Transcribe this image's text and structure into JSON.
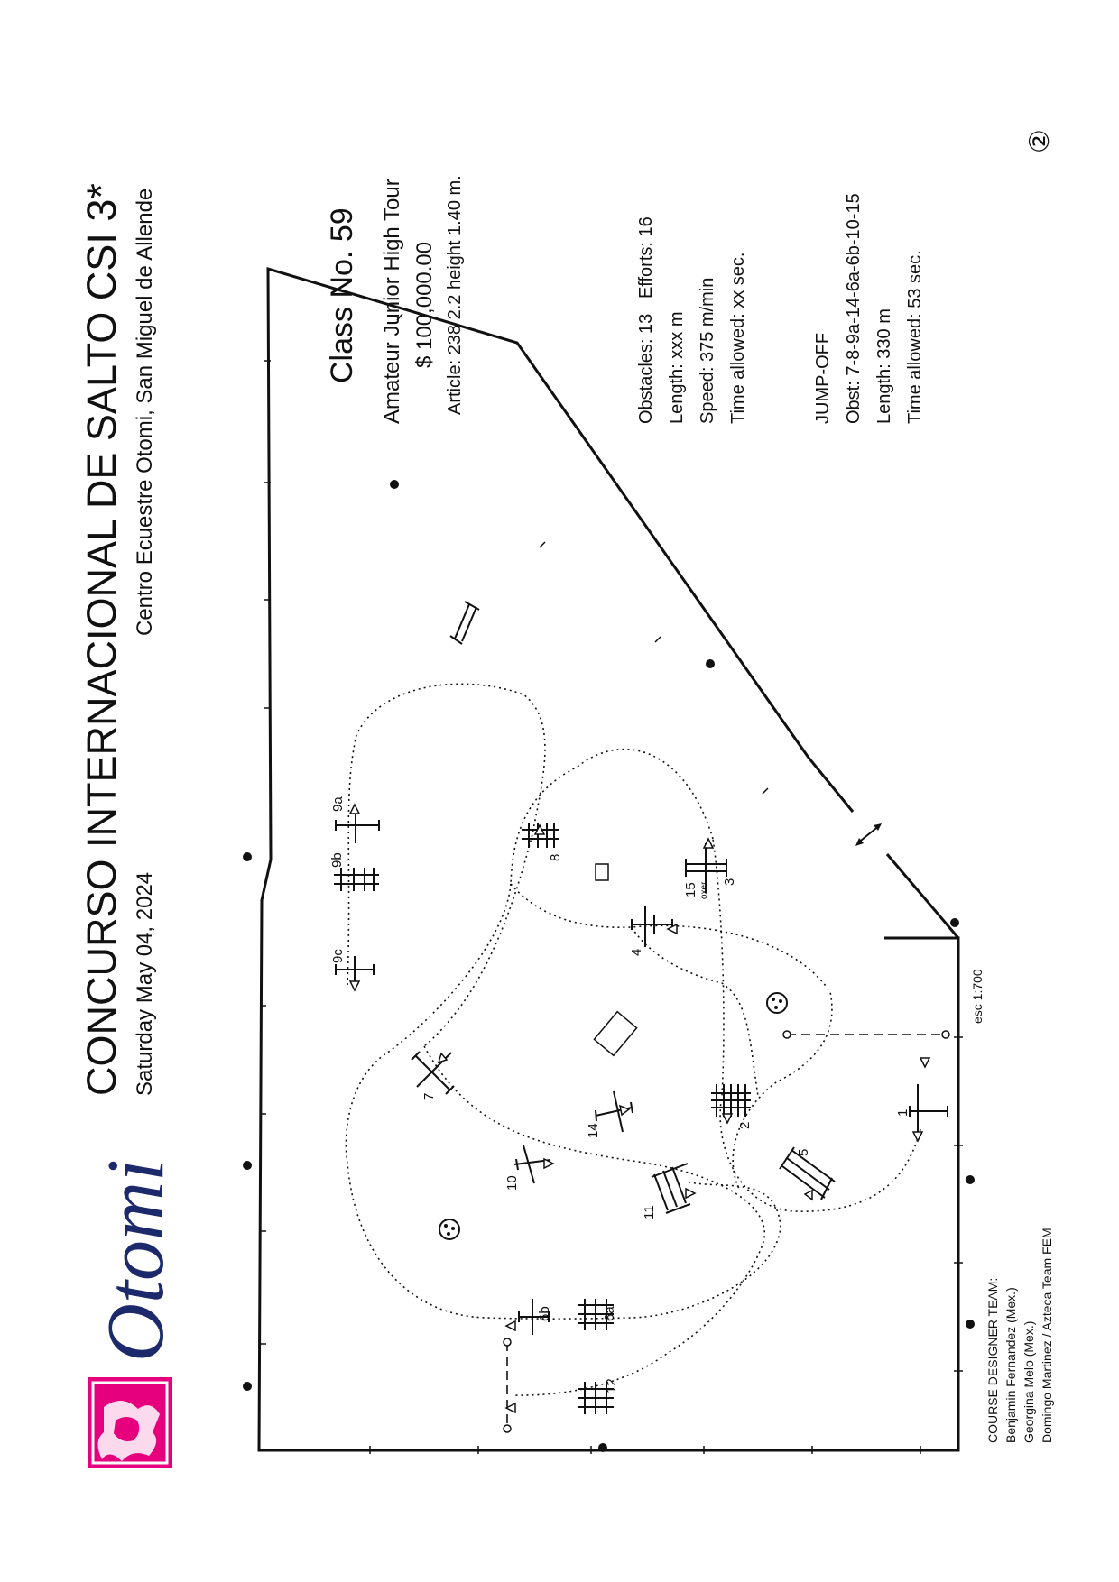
{
  "header": {
    "title": "CONCURSO INTERNACIONAL DE SALTO CSI 3*",
    "date": "Saturday May 04, 2024",
    "venue": "Centro Ecuestre Otomi, San Miguel de Allende",
    "logo_text": "Otomi",
    "logo_color": "#e6007e",
    "logo_text_color": "#1c2a6b"
  },
  "class_info": {
    "class_no": "Class No. 59",
    "name": "Amateur Junior High Tour",
    "prize": "$ 100,000.00",
    "article": "Article: 238 2.2 height 1.40 m."
  },
  "course_stats": {
    "obstacles": "Obstacles: 13   Efforts: 16",
    "length": "Length: xxx m",
    "speed": "Speed: 375 m/min",
    "time": "Time allowed: xx sec."
  },
  "jump_off": {
    "title": "JUMP-OFF",
    "obst": "Obst: 7-8-9a-14-6a-6b-10-15",
    "length": "Length: 330 m",
    "time": "Time allowed: 53 sec."
  },
  "page_number": "②",
  "scale": "esc 1:700",
  "designers": {
    "title": "COURSE DESIGNER TEAM:",
    "members": [
      "Benjamin Fernandez (Mex.)",
      "Georgina Melo (Mex.)",
      "Domingo Martinez / Azteca Team FEM"
    ]
  },
  "obstacle_labels": {
    "o1": "1",
    "o2": "2",
    "o3": "3",
    "o4": "4",
    "o5": "5",
    "o6a": "6a",
    "o6b": "6b",
    "o7": "7",
    "o8": "8",
    "o9a": "9a",
    "o9b": "9b",
    "o9c": "9c",
    "o10": "10",
    "o11": "11",
    "o12": "12",
    "o14": "14",
    "o15": "15",
    "o15sub": "oxer"
  }
}
